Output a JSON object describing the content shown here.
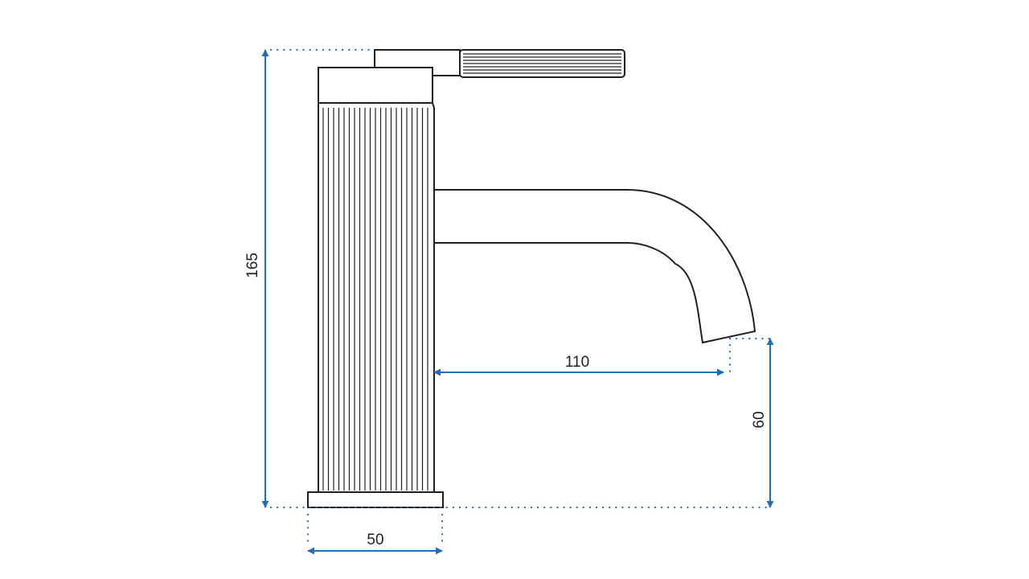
{
  "colors": {
    "line": "#231f20",
    "dimension": "#1f6fb2",
    "background": "#ffffff"
  },
  "dimensions": {
    "total_height": "165",
    "base_width": "50",
    "spout_reach": "110",
    "spout_height": "60"
  }
}
